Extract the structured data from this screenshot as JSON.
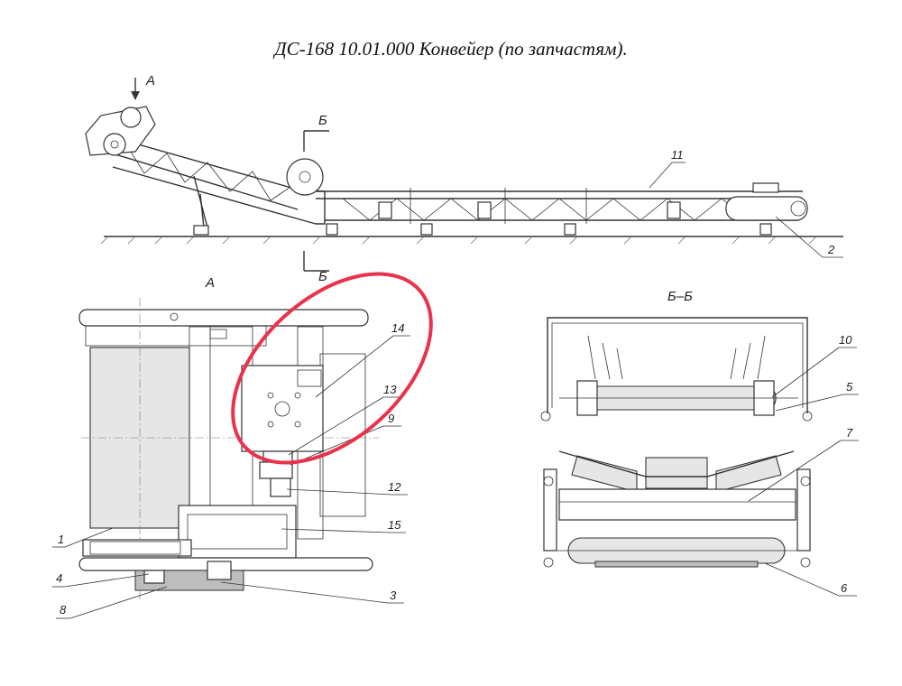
{
  "title": "ДС-168 10.01.000 Конвейер (по запчастям).",
  "views": {
    "view_a_arrow": "А",
    "section_top": "Б",
    "section_bottom": "Б",
    "view_a_title": "А",
    "section_title": "Б–Б"
  },
  "callouts": {
    "c1": "1",
    "c2": "2",
    "c3": "3",
    "c4": "4",
    "c5": "5",
    "c6": "6",
    "c7": "7",
    "c8": "8",
    "c9": "9",
    "c10": "10",
    "c11": "11",
    "c12": "12",
    "c13": "13",
    "c14": "14",
    "c15": "15"
  },
  "highlight": {
    "color": "#e8334a"
  }
}
